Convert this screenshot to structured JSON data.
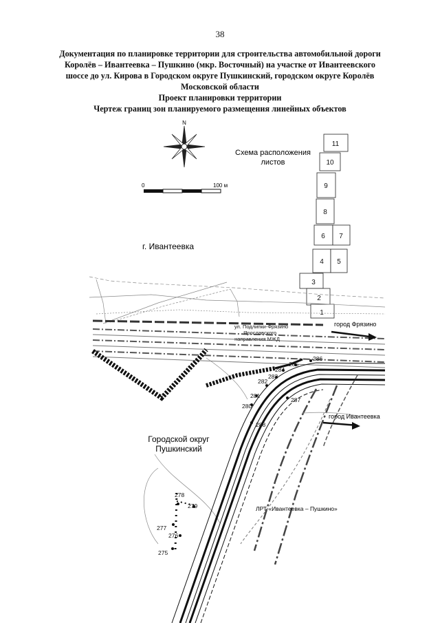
{
  "page_number": "38",
  "header": {
    "line1": "Документация по планировке территории для строительства автомобильной дороги",
    "line2": "Королёв – Ивантеевка – Пушкино (мкр. Восточный) на участке от Ивантеевского",
    "line3": "шоссе до ул. Кирова в Городском округе Пушкинский, городском округе Королёв",
    "line4": "Московской области",
    "line5": "Проект планировки территории",
    "line6": "Чертеж границ зон планируемого размещения линейных объектов"
  },
  "compass": {
    "north_label": "N",
    "icon": "compass-rose-icon"
  },
  "scale_bar": {
    "start_label": "0",
    "end_label": "100 м"
  },
  "sheet_scheme": {
    "title_line1": "Схема расположения",
    "title_line2": "листов",
    "sheets": [
      "11",
      "10",
      "9",
      "8",
      "6",
      "7",
      "4",
      "5",
      "3",
      "2",
      "1"
    ]
  },
  "map_labels": {
    "city": "г. Ивантеевка",
    "to_fryazino": "город Фрязино",
    "to_ivanteevka": "город Ивантеевка",
    "railway_line1": "ул. Подлипки-Фрязино",
    "railway_line2": "Ярославского",
    "railway_line3": "направления МЖД",
    "district_line1": "Городской округ",
    "district_line2": "Пушкинский",
    "lrt": "ЛРТ «Ивантеевка – Пушкино»"
  },
  "points": [
    "275",
    "276",
    "277",
    "278",
    "279",
    "280",
    "281",
    "282",
    "283",
    "284",
    "285",
    "286",
    "287",
    "288"
  ]
}
